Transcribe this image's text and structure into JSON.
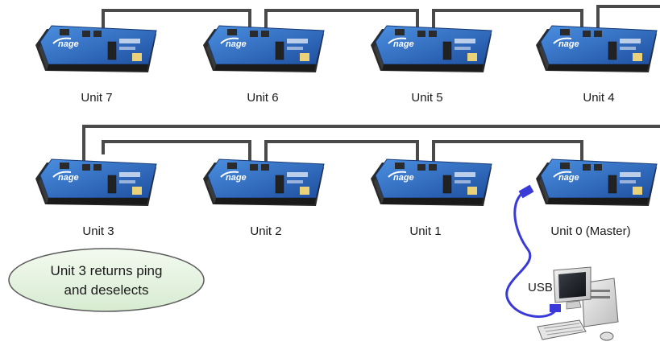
{
  "units": [
    {
      "id": "unit-7",
      "label": "Unit 7"
    },
    {
      "id": "unit-6",
      "label": "Unit 6"
    },
    {
      "id": "unit-5",
      "label": "Unit 5"
    },
    {
      "id": "unit-4",
      "label": "Unit 4"
    },
    {
      "id": "unit-3",
      "label": "Unit 3"
    },
    {
      "id": "unit-2",
      "label": "Unit 2"
    },
    {
      "id": "unit-1",
      "label": "Unit 1"
    },
    {
      "id": "unit-0",
      "label": "Unit 0 (Master)"
    }
  ],
  "board": {
    "logo": "nage",
    "icon": "circuit-board-icon"
  },
  "callout": {
    "line1": "Unit 3 returns ping",
    "line2": "and deselects"
  },
  "usb": {
    "label": "USB"
  },
  "computer": {
    "icon": "desktop-computer-icon"
  },
  "colors": {
    "cable": "#4a4a4a",
    "usb_cable": "#3a3ad8",
    "board_blue": "#2f6fc8",
    "callout_fill": "#e6f3e2"
  }
}
